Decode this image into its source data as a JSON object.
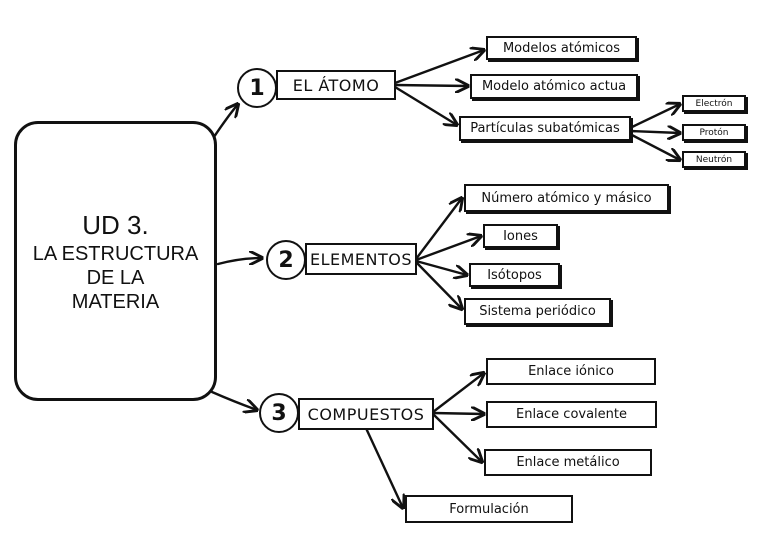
{
  "main_topic": {
    "line1": "UD 3.",
    "line2": "LA ESTRUCTURA",
    "line3": "DE LA",
    "line4": "MATERIA"
  },
  "sections": [
    {
      "number": "1",
      "title": "EL ÁTOMO",
      "children": [
        "Modelos atómicos",
        "Modelo atómico actua",
        "Partículas subatómicas"
      ],
      "particles": [
        "Electrón",
        "Protón",
        "Neutrón"
      ]
    },
    {
      "number": "2",
      "title": "ELEMENTOS",
      "children": [
        "Número atómico y másico",
        "Iones",
        "Isótopos",
        "Sistema periódico"
      ]
    },
    {
      "number": "3",
      "title": "COMPUESTOS",
      "children": [
        "Enlace iónico",
        "Enlace covalente",
        "Enlace metálico",
        "Formulación"
      ]
    }
  ]
}
